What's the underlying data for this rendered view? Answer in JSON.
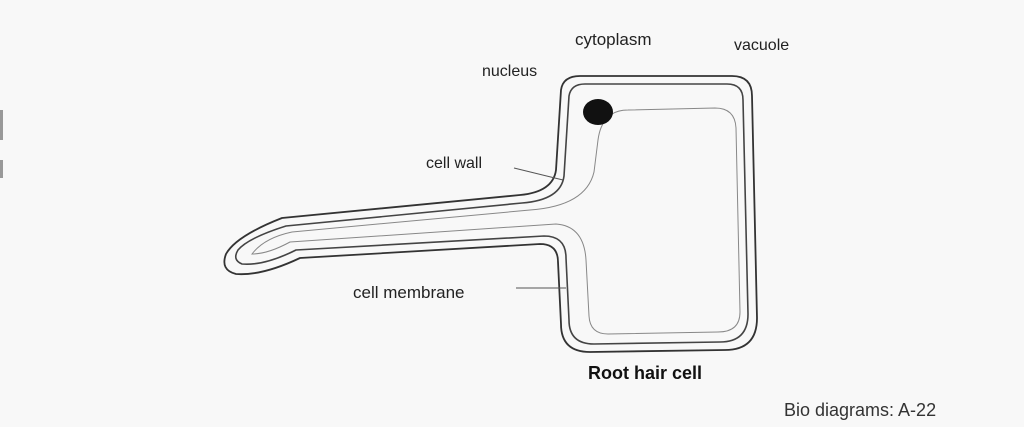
{
  "diagram": {
    "labels": {
      "cytoplasm": "cytoplasm",
      "vacuole": "vacuole",
      "nucleus": "nucleus",
      "cell_wall": "cell wall",
      "cell_membrane": "cell membrane"
    },
    "title": "Root hair cell",
    "source": "Bio diagrams: A-22"
  }
}
